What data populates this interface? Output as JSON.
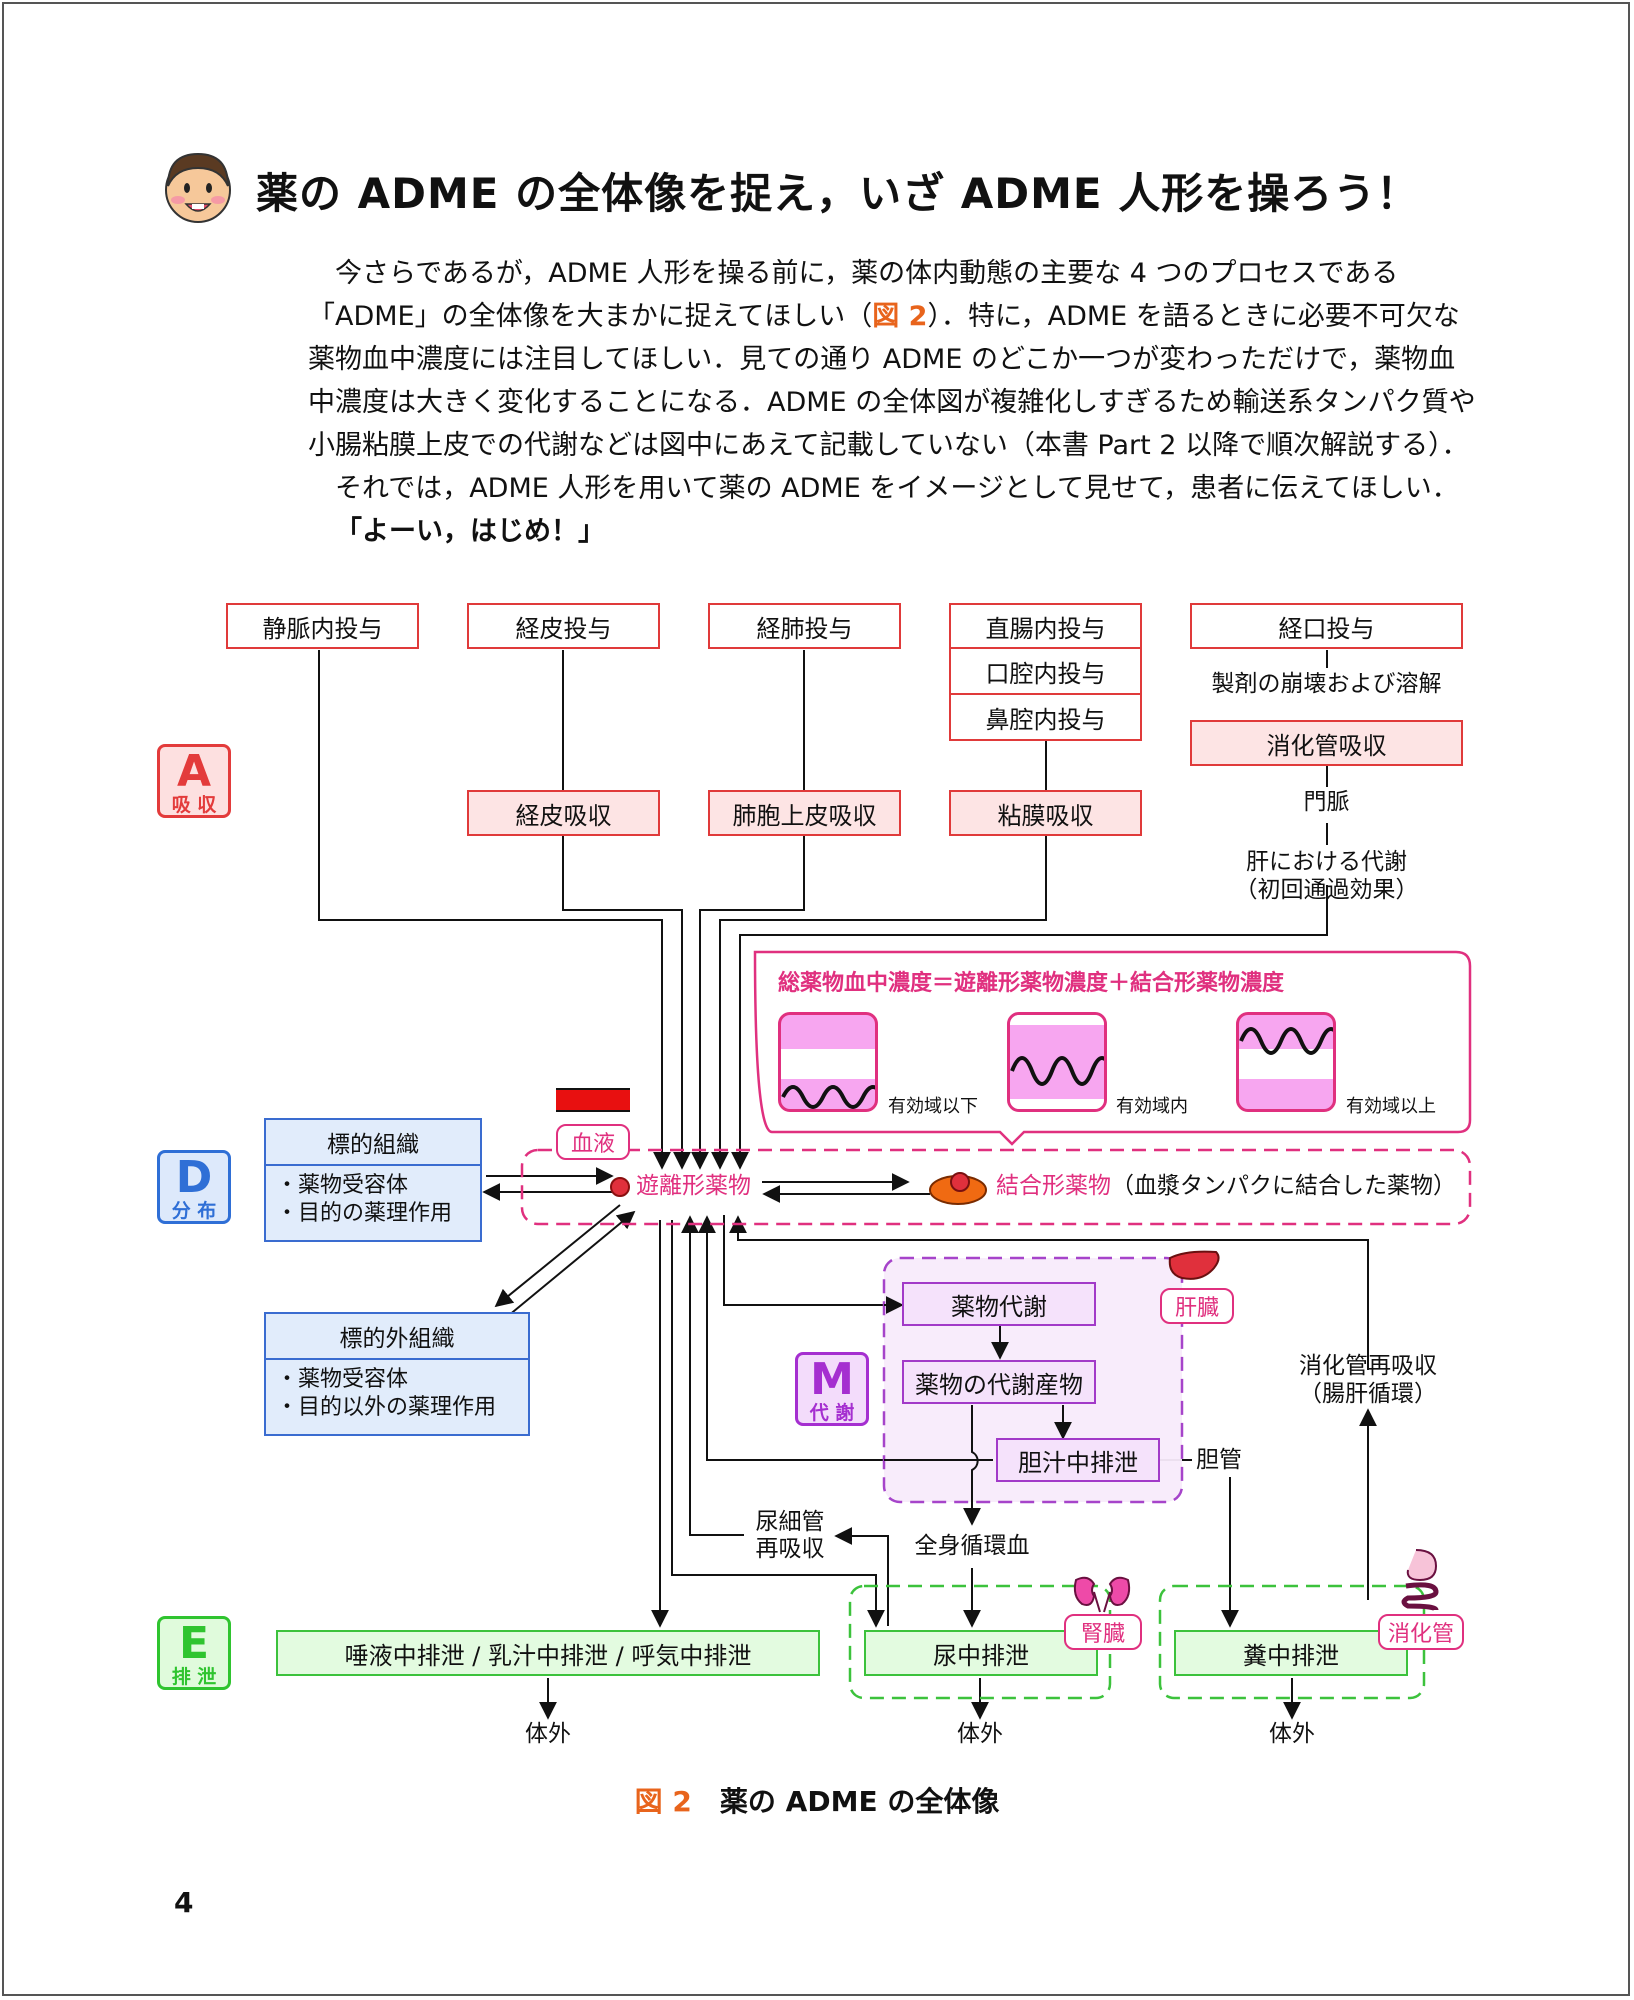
{
  "header": {
    "title": "薬の ADME の全体像を捉え，いざ ADME 人形を操ろう！"
  },
  "intro": {
    "p1_a": "今さらであるが，ADME 人形を操る前に，薬の体内動態の主要な 4 つのプロセスである「ADME」の全体像を大まかに捉えてほしい（",
    "p1_ref": "図 2",
    "p1_b": "）．特に，ADME を語るときに必要不可欠な薬物血中濃度には注目してほしい．見ての通り ADME のどこか一つが変わっただけで，薬物血中濃度は大きく変化することになる．ADME の全体図が複雑化しすぎるため輸送系タンパク質や小腸粘膜上皮での代謝などは図中にあえて記載していない（本書 Part 2 以降で順次解説する）．",
    "p2": "それでは，ADME 人形を用いて薬の ADME をイメージとして見せて，患者に伝えてほしい．",
    "p3": "「よーい，はじめ！」"
  },
  "diagram": {
    "routes": {
      "iv": "静脈内投与",
      "transdermal": "経皮投与",
      "pulmonary": "経肺投与",
      "rectal": "直腸内投与",
      "oral_cavity": "口腔内投与",
      "nasal": "鼻腔内投与",
      "oral": "経口投与"
    },
    "absorption": {
      "dissolution": "製剤の崩壊および溶解",
      "gi_absorption": "消化管吸収",
      "portal_vein": "門脈",
      "hepatic_metabolism_1": "肝における代謝",
      "hepatic_metabolism_2": "（初回通過効果）",
      "skin_absorption": "経皮吸収",
      "alveolar_absorption": "肺胞上皮吸収",
      "mucosal_absorption": "粘膜吸収"
    },
    "badges": {
      "A": {
        "letter": "A",
        "label": "吸 収",
        "color": "#e33b3b"
      },
      "D": {
        "letter": "D",
        "label": "分 布",
        "color": "#2f6fd6"
      },
      "M": {
        "letter": "M",
        "label": "代 謝",
        "color": "#a52fd0"
      },
      "E": {
        "letter": "E",
        "label": "排 泄",
        "color": "#2fc42f"
      }
    },
    "concentration": {
      "formula": "総薬物血中濃度＝遊離形薬物濃度＋結合形薬物濃度",
      "below": "有効域以下",
      "within": "有効域内",
      "above": "有効域以上"
    },
    "distribution": {
      "blood": "血液",
      "free_drug": "遊離形薬物",
      "bound_drug_a": "結合形薬物",
      "bound_drug_b": "（血漿タンパクに結合した薬物）",
      "target_tissue": "標的組織",
      "target_item1": "・薬物受容体",
      "target_item2": "・目的の薬理作用",
      "offtarget_tissue": "標的外組織",
      "offtarget_item1": "・薬物受容体",
      "offtarget_item2": "・目的以外の薬理作用"
    },
    "metabolism": {
      "liver": "肝臓",
      "drug_metabolism": "薬物代謝",
      "metabolites": "薬物の代謝産物",
      "biliary_excretion": "胆汁中排泄",
      "bile_duct": "胆管",
      "reabsorption_1": "消化管再吸収",
      "reabsorption_2": "（腸肝循環）"
    },
    "excretion": {
      "tubular_1": "尿細管",
      "tubular_2": "再吸収",
      "systemic": "全身循環血",
      "kidney": "腎臓",
      "gi_tract": "消化管",
      "saliva": "唾液中排泄 / 乳汁中排泄 / 呼気中排泄",
      "urine": "尿中排泄",
      "feces": "糞中排泄",
      "outside1": "体外",
      "outside2": "体外",
      "outside3": "体外"
    }
  },
  "caption": {
    "num": "図 2",
    "text": "薬の ADME の全体像"
  },
  "page_number": "4",
  "colors": {
    "red": "#e03a3a",
    "blue": "#3a6cd0",
    "purple": "#a23ac8",
    "green": "#3cc23c",
    "pink": "#e0307f",
    "orange": "#e8641c"
  }
}
